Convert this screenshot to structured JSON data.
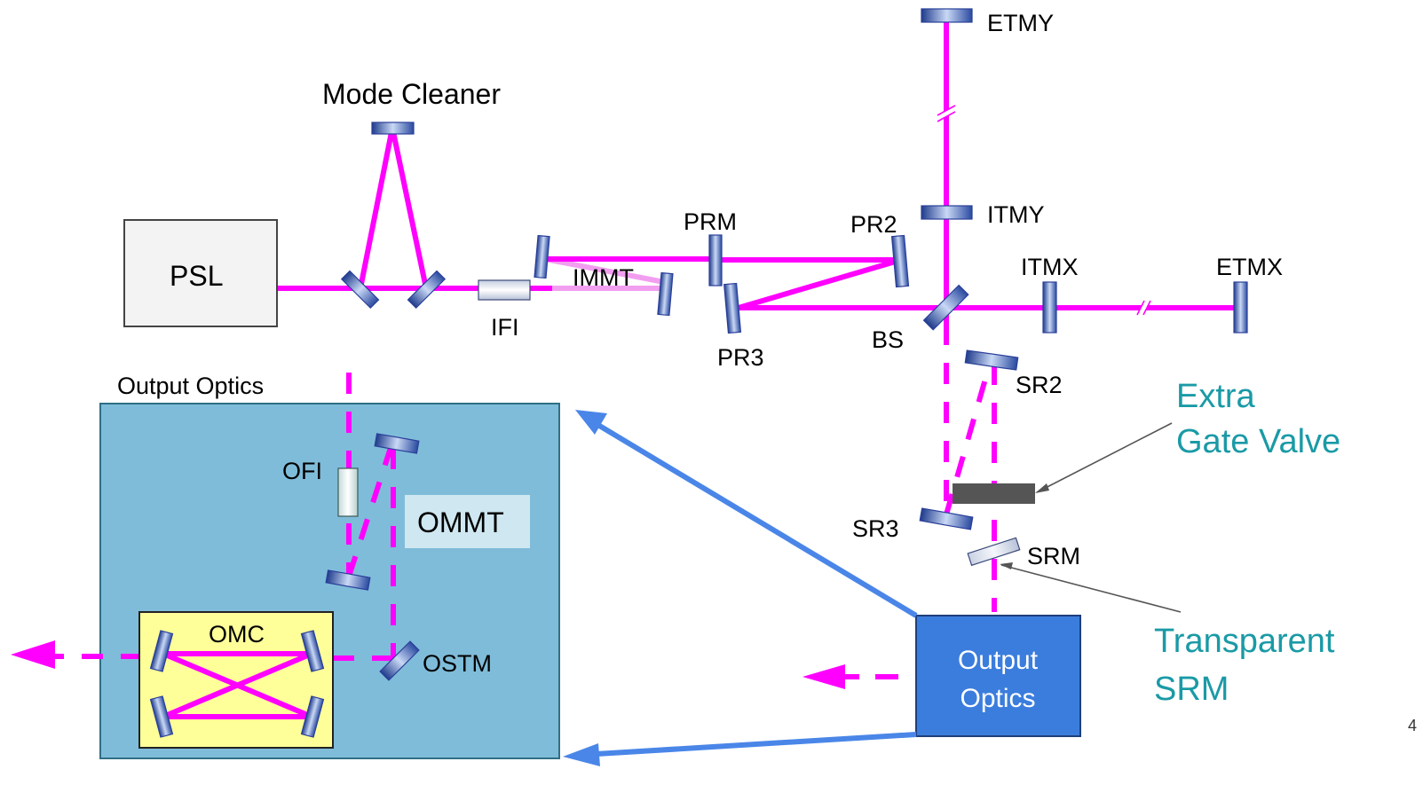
{
  "labels": {
    "etmy": "ETMY",
    "itmy": "ITMY",
    "itmx": "ITMX",
    "etmx": "ETMX",
    "mode_cleaner": "Mode Cleaner",
    "psl": "PSL",
    "ifi": "IFI",
    "immt": "IMMT",
    "prm": "PRM",
    "pr2": "PR2",
    "pr3": "PR3",
    "bs": "BS",
    "sr2": "SR2",
    "sr3": "SR3",
    "srm": "SRM",
    "output_optics_title": "Output Optics",
    "ofi": "OFI",
    "ommt": "OMMT",
    "omc": "OMC",
    "ostm": "OSTM",
    "output_optics_box": [
      "Output",
      "Optics"
    ],
    "extra_gate_valve": [
      "Extra",
      "Gate Valve"
    ],
    "transparent_srm": [
      "Transparent",
      "SRM"
    ],
    "page_number": "4"
  },
  "colors": {
    "beam": "#ff00ff",
    "beam_pale": "#f29ef0",
    "mirror": "#4a6fd0",
    "output_panel": "#7fbcd9",
    "omc_box": "#ffff99",
    "output_box": "#3b7ddd",
    "callout_blue": "#4a86e8",
    "annotation_teal": "#1a9aa6",
    "gate_valve": "#555555"
  }
}
